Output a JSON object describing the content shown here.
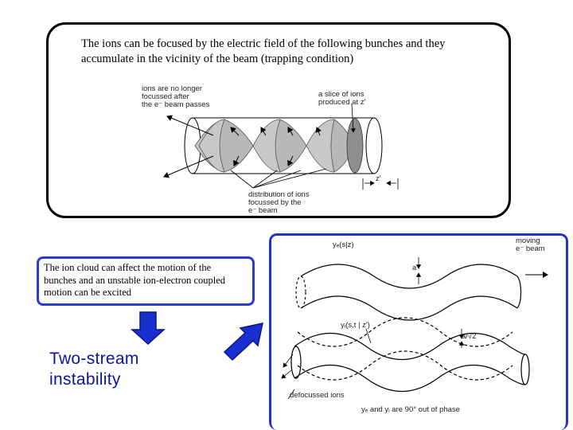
{
  "top_panel": {
    "caption_line1": "The ions can be focused by the electric field of the following bunches and they",
    "caption_line2": "accumulate in the vicinity of the beam (trapping condition)",
    "figure": {
      "label_not_focussed_1": "ions are no longer",
      "label_not_focussed_2": "focussed after",
      "label_not_focussed_3": "the e⁻ beam passes",
      "label_slice_1": "a slice of ions",
      "label_slice_2": "produced at z'",
      "label_z": "z'",
      "label_distribution_1": "distribution of ions",
      "label_distribution_2": "focussed by the",
      "label_distribution_3": "e⁻ beam"
    }
  },
  "cloud_box": {
    "line1": "The ion cloud can affect the motion of the",
    "line2": "bunches and an unstable ion-electron coupled",
    "line3": "motion can be excited"
  },
  "two_stream": {
    "line1": "Two-stream",
    "line2": "instability"
  },
  "wave_panel": {
    "label_ye": "yₑ(s|z)",
    "label_moving_1": "moving",
    "label_moving_2": "e⁻ beam",
    "label_a": "a",
    "label_yi": "yᵢ(s,t | z')",
    "label_a_sqrt": "a/√2",
    "label_defocussed": "defocussed ions",
    "label_phase": "yₑ and yᵢ are 90° out of phase"
  },
  "colors": {
    "box_border": "#2a3cc8",
    "arrow_fill": "#1a2fd0",
    "two_stream_text": "#0a16a0",
    "ion_fill": "#a8a8a8"
  }
}
